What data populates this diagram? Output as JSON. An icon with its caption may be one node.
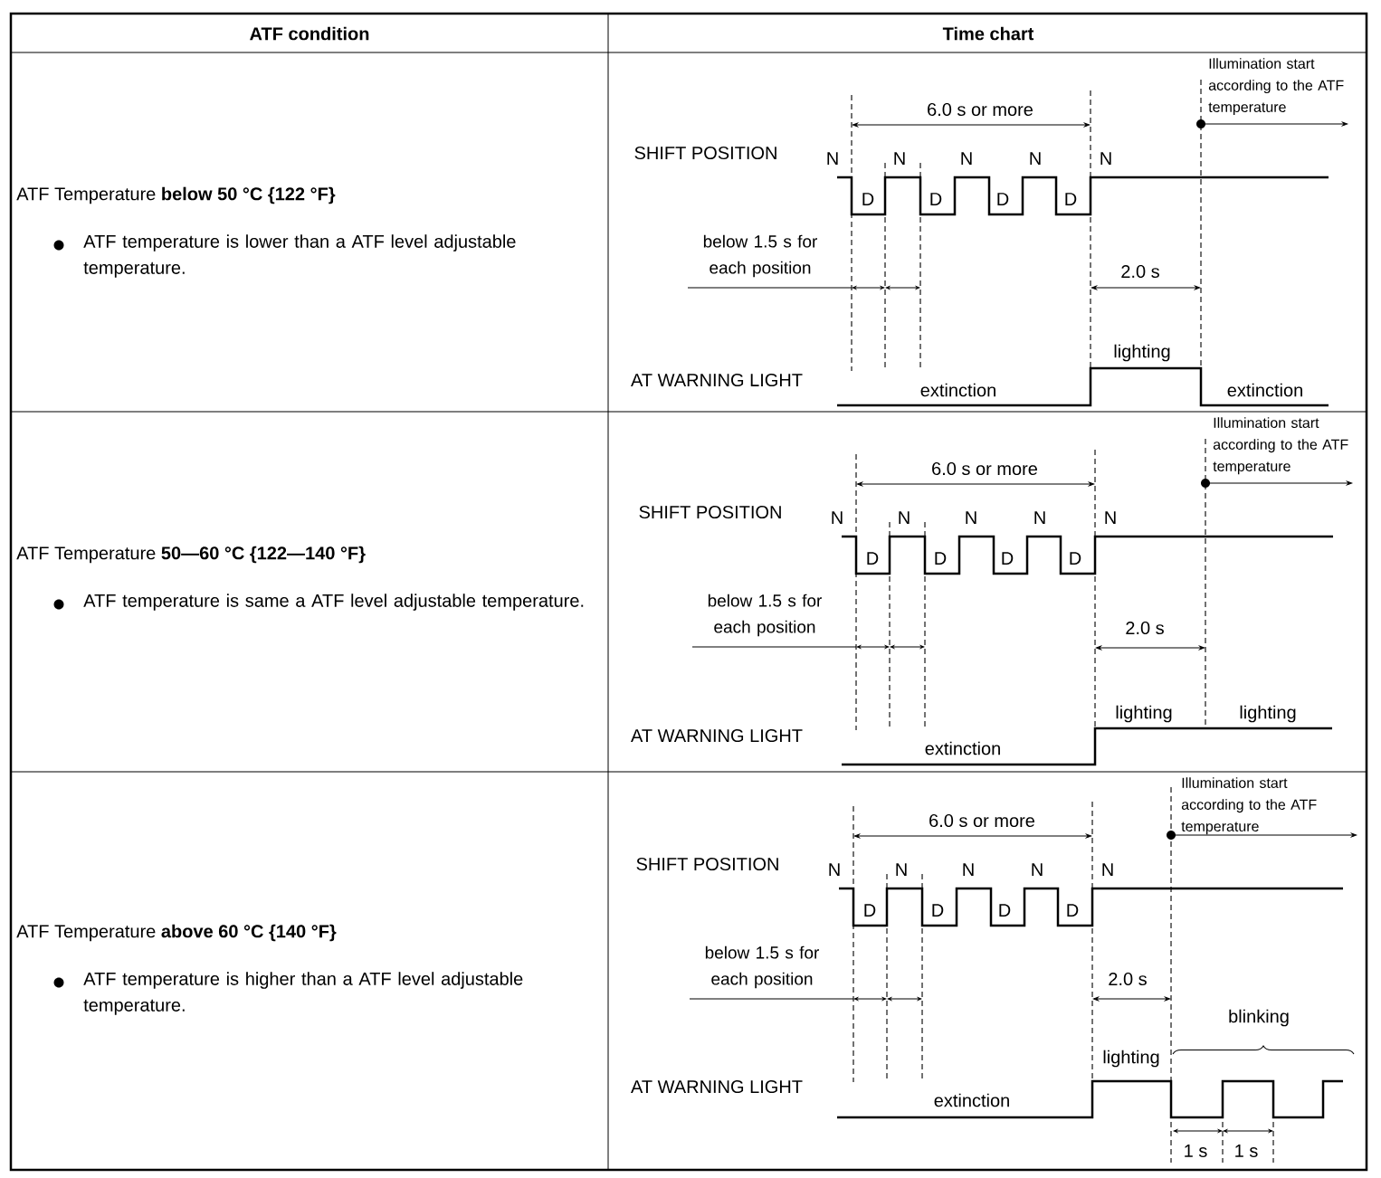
{
  "diagram": {
    "labels": [
      "ATF condition",
      "Time chart",
      "ATF Temperature **below 50 °C {122 °F}**",
      "ATF temperature is lower than a ATF level adjustable temperature.",
      "Illumination start according to the ATF temperature",
      "6.0 s or more",
      "SHIFT POSITION",
      "N",
      "N",
      "N",
      "N",
      "N",
      "D",
      "D",
      "D",
      "D",
      "below 1.5 s for each position",
      "2.0 s",
      "lighting",
      "AT WARNING LIGHT",
      "extinction",
      "extinction",
      "ATF Temperature **50—60 °C {122—140 °F}**",
      "ATF temperature is same a ATF level adjustable temperature.",
      "Illumination start according to the ATF temperature",
      "6.0 s or more",
      "SHIFT POSITION",
      "N",
      "N",
      "N",
      "N",
      "N",
      "D",
      "D",
      "D",
      "D",
      "below 1.5 s for each position",
      "2.0 s",
      "lighting",
      "lighting",
      "AT WARNING LIGHT",
      "extinction",
      "ATF Temperature **above 60 °C {140 °F}**",
      "ATF temperature is higher than a ATF level adjustable temperature.",
      "Illumination start according to the ATF temperature",
      "6.0 s or more",
      "SHIFT POSITION",
      "N",
      "N",
      "N",
      "N",
      "N",
      "D",
      "D",
      "D",
      "D",
      "below 1.5 s for each position",
      "2.0 s",
      "blinking",
      "lighting",
      "AT WARNING LIGHT",
      "extinction",
      "1 s",
      "1 s"
    ]
  }
}
